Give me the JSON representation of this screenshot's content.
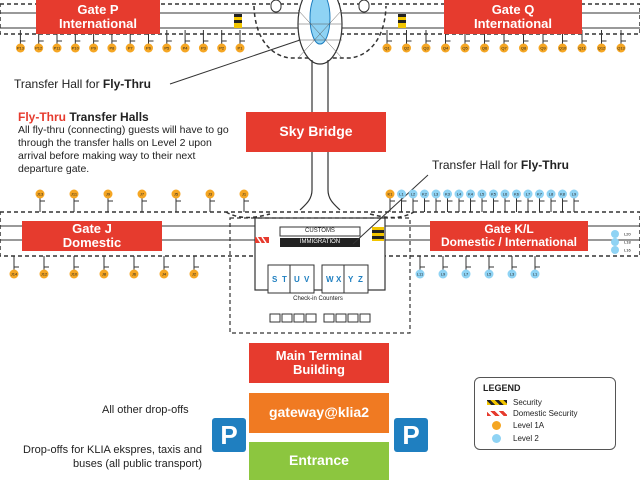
{
  "labels": {
    "gate_p": [
      "Gate P",
      "International"
    ],
    "gate_q": [
      "Gate Q",
      "International"
    ],
    "gate_j": [
      "Gate J",
      "Domestic"
    ],
    "gate_kl": [
      "Gate K/L",
      "Domestic / International"
    ],
    "sky_bridge": "Sky Bridge",
    "customs": "CUSTOMS",
    "immigration": "IMMIGRATION",
    "checkin_counters": "Check-in Counters",
    "checkin_rows": [
      "S",
      "T",
      "U",
      "V",
      "W",
      "X",
      "Y",
      "Z"
    ],
    "main_terminal": [
      "Main Terminal",
      "Building"
    ],
    "gateway": "gateway@klia2",
    "entrance": "Entrance",
    "parking": "P"
  },
  "annotations": {
    "transfer_hall_1_prefix": "Transfer Hall for ",
    "transfer_hall_1_bold": "Fly-Thru",
    "transfer_hall_2_prefix": "Transfer Hall for ",
    "transfer_hall_2_bold": "Fly-Thru",
    "note_title_highlight": "Fly-Thru",
    "note_title_rest": " Transfer Halls",
    "note_body": "All fly-thru (connecting) guests will have to go through the transfer halls on Level 2 upon arrival before making way to their next departure gate.",
    "all_other_dropoffs": "All other drop-offs",
    "dropoffs_public": "Drop-offs for KLIA ekspres, taxis and buses (all public transport)"
  },
  "legend": {
    "title": "LEGEND",
    "items": [
      {
        "label": "Security",
        "type": "security",
        "color": "#f2c500"
      },
      {
        "label": "Domestic Security",
        "type": "domestic_security",
        "color": "#e63b2e"
      },
      {
        "label": "Level 1A",
        "type": "dot",
        "color": "#f5a623"
      },
      {
        "label": "Level 2",
        "type": "dot",
        "color": "#8fd3f4"
      }
    ]
  },
  "gates": {
    "p_top": [
      "P1",
      "P2",
      "P3",
      "P4",
      "P5",
      "P6",
      "P7",
      "P8",
      "P9",
      "P10",
      "P11",
      "P12",
      "P13"
    ],
    "q_top": [
      "Q1",
      "Q2",
      "Q3",
      "Q4",
      "Q5",
      "Q6",
      "Q7",
      "Q8",
      "Q9",
      "Q10",
      "Q11",
      "Q12",
      "Q13"
    ],
    "j_top": [
      "J13",
      "J11",
      "J9",
      "J7",
      "J5",
      "J3",
      "J1"
    ],
    "j_bottom": [
      "J14",
      "J12",
      "J10",
      "J8",
      "J6",
      "J4",
      "J2"
    ],
    "kl_top": [
      "K1",
      "L1",
      "L2",
      "K2",
      "L3",
      "K3",
      "L4",
      "K4",
      "L5",
      "K5",
      "L6",
      "K6",
      "L7",
      "K7",
      "L8",
      "K8",
      "L9"
    ],
    "kl_bottom": [
      "L11",
      "L9",
      "L7",
      "L5",
      "L3",
      "L1"
    ],
    "kl_side": [
      "L20",
      "L18",
      "L16"
    ]
  },
  "colors": {
    "red": "#e63b2e",
    "orange": "#f07a22",
    "green": "#8cc63f",
    "blue": "#1f7fc0",
    "level_1a": "#f5a623",
    "level_2": "#8fd3f4",
    "security_yellow": "#f2c500"
  }
}
